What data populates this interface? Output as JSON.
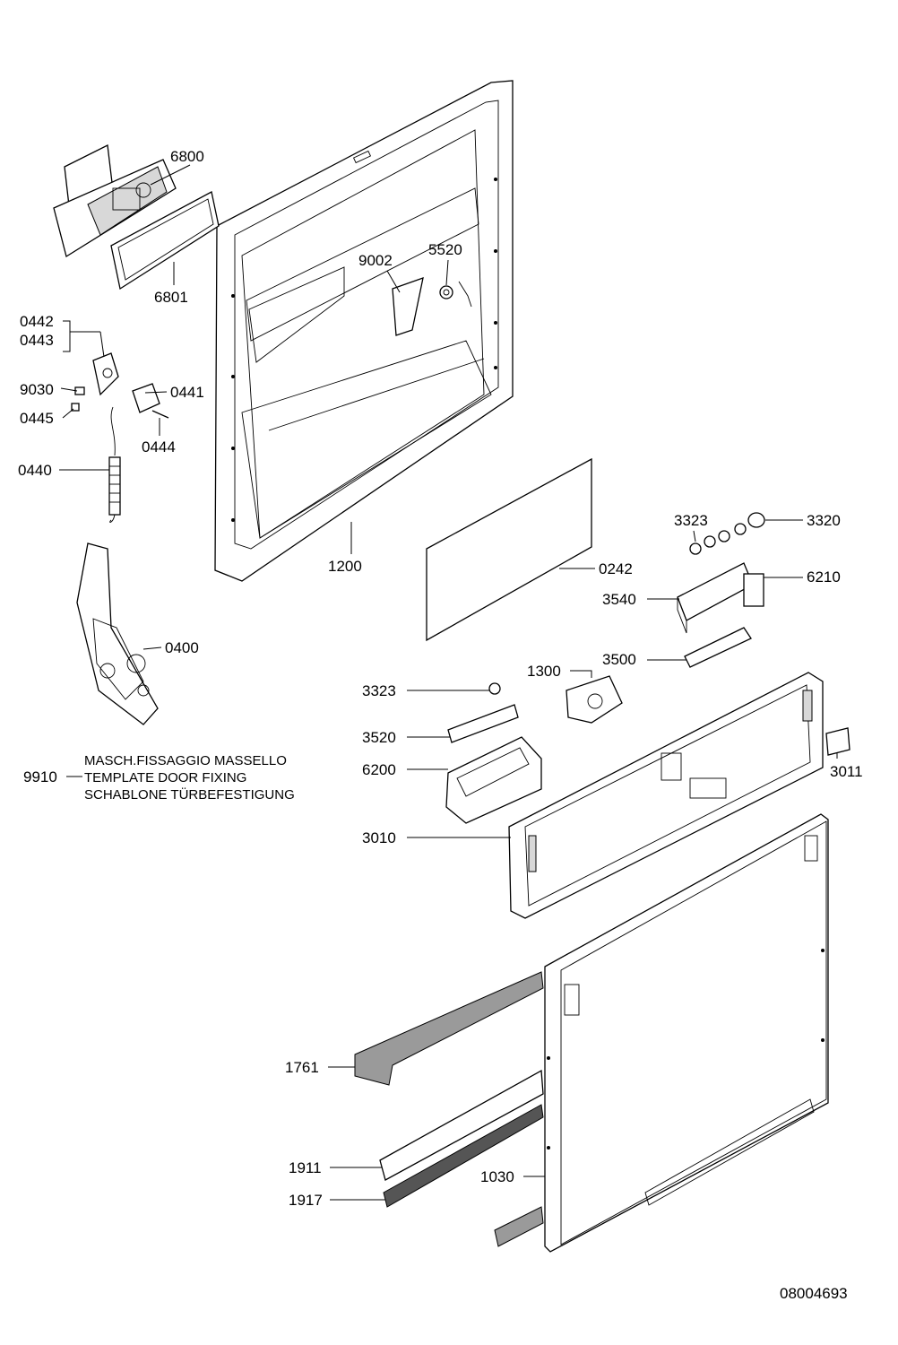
{
  "part_labels": {
    "p6800": "6800",
    "p6801": "6801",
    "p0442": "0442",
    "p0443": "0443",
    "p9030": "9030",
    "p0441": "0441",
    "p0445": "0445",
    "p0444": "0444",
    "p0440": "0440",
    "p9002": "9002",
    "p5520": "5520",
    "p1200": "1200",
    "p0242": "0242",
    "p3323a": "3323",
    "p3320": "3320",
    "p6210": "6210",
    "p3540": "3540",
    "p3500": "3500",
    "p0400": "0400",
    "p1300": "1300",
    "p3323b": "3323",
    "p3520": "3520",
    "p6200": "6200",
    "p3011": "3011",
    "p9910": "9910",
    "p3010": "3010",
    "p1761": "1761",
    "p1911": "1911",
    "p1917": "1917",
    "p1030": "1030"
  },
  "note_lines": {
    "line1": "MASCH.FISSAGGIO MASSELLO",
    "line2": "TEMPLATE DOOR FIXING",
    "line3": "SCHABLONE TÜRBEFESTIGUNG"
  },
  "drawing_number": "08004693"
}
